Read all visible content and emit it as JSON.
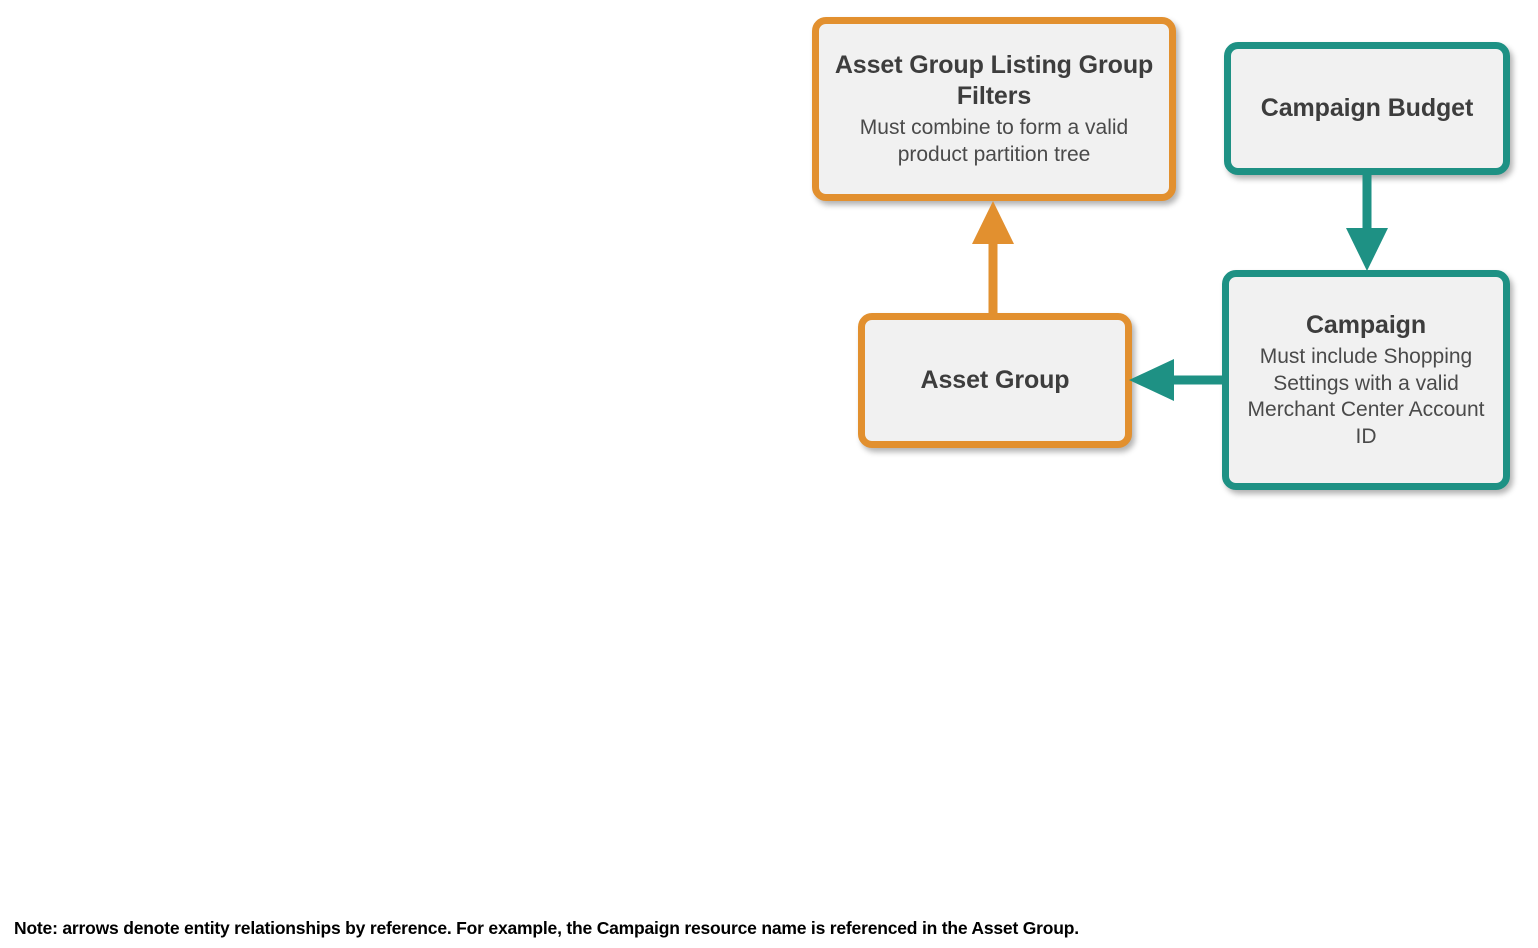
{
  "diagram": {
    "colors": {
      "orange": "#E2902F",
      "teal": "#1E9184",
      "node_fill": "#f1f1f1",
      "title_text": "#3d3d3d",
      "desc_text": "#4a4a4a",
      "background": "#ffffff",
      "footnote_text": "#000000"
    },
    "nodes": [
      {
        "id": "asset-group-listing-group-filters",
        "title": "Asset Group Listing Group Filters",
        "desc": "Must combine to form a valid product partition tree",
        "color": "orange"
      },
      {
        "id": "campaign-budget",
        "title": "Campaign Budget",
        "desc": "",
        "color": "teal"
      },
      {
        "id": "asset-group",
        "title": "Asset Group",
        "desc": "",
        "color": "orange"
      },
      {
        "id": "campaign",
        "title": "Campaign",
        "desc": "Must include Shopping Settings with a valid Merchant Center Account ID",
        "color": "teal"
      }
    ],
    "edges": [
      {
        "id": "asset-group-to-listing-group-filters",
        "from": "asset-group",
        "to": "asset-group-listing-group-filters",
        "direction": "up",
        "color": "orange"
      },
      {
        "id": "campaign-budget-to-campaign",
        "from": "campaign-budget",
        "to": "campaign",
        "direction": "down",
        "color": "teal"
      },
      {
        "id": "campaign-to-asset-group",
        "from": "campaign",
        "to": "asset-group",
        "direction": "left",
        "color": "teal"
      }
    ],
    "footnote": "Note: arrows denote entity relationships by reference. For example, the Campaign resource name is referenced in the Asset Group."
  }
}
